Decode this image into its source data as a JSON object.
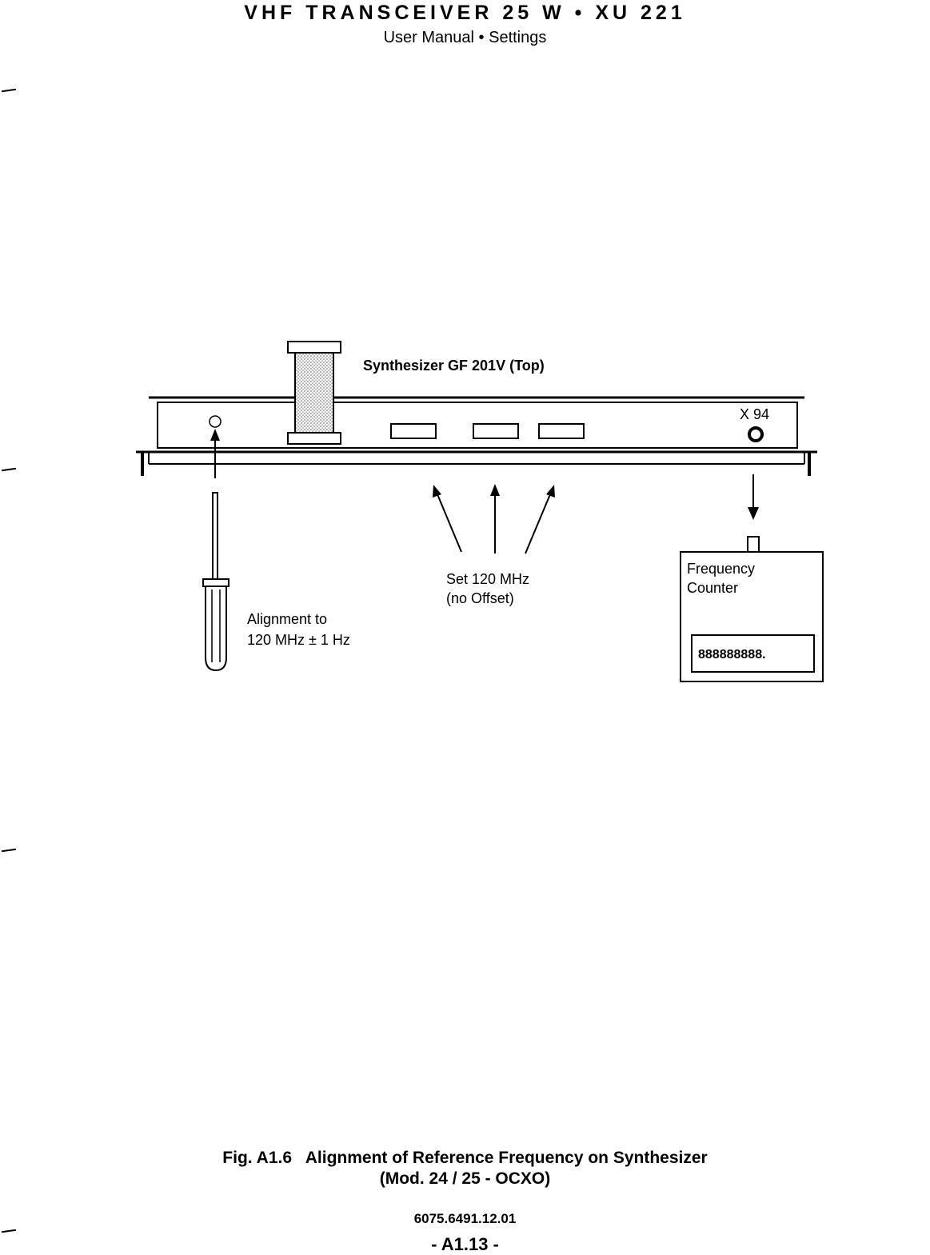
{
  "header": {
    "title": "VHF TRANSCEIVER 25 W • XU 221",
    "subtitle": "User Manual • Settings"
  },
  "diagram": {
    "board_label": "Synthesizer GF 201V (Top)",
    "connector_label": "X 94",
    "alignment_label_line1": "Alignment to",
    "alignment_label_line2": "120 MHz ± 1 Hz",
    "set_label_line1": "Set 120 MHz",
    "set_label_line2": "(no Offset)",
    "counter_label_line1": "Frequency",
    "counter_label_line2": "Counter",
    "counter_display": "888888888."
  },
  "caption": {
    "line1": "Fig. A1.6   Alignment of Reference Frequency on Synthesizer",
    "line2": "(Mod. 24 / 25 - OCXO)"
  },
  "footer": {
    "doc_number": "6075.6491.12.01",
    "page": "- A1.13 -"
  }
}
